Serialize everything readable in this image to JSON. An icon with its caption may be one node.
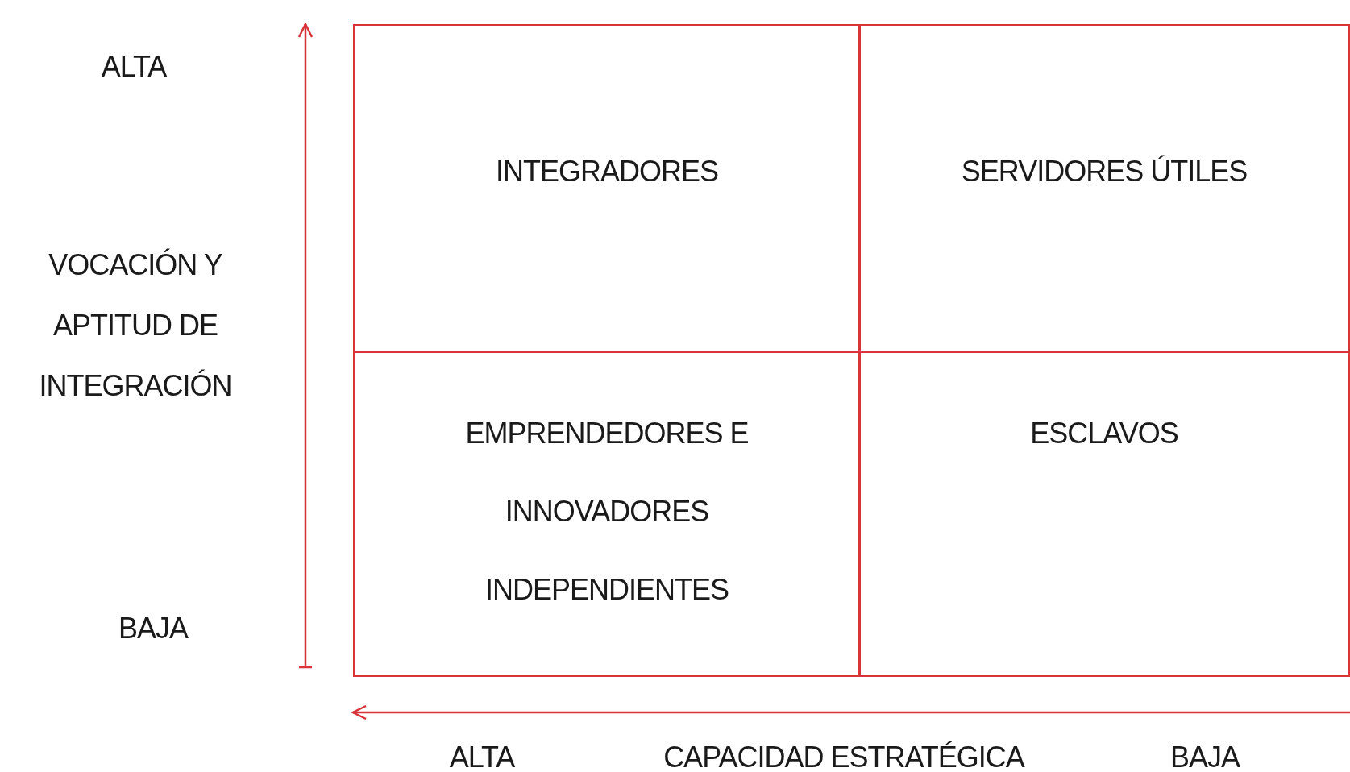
{
  "diagram": {
    "nodes": [
      {
        "text": [
          "INTEGRADORES"
        ]
      },
      {
        "text": [
          "SERVIDORES ÚTILES"
        ]
      },
      {
        "text": [
          "EMPRENDEDORES E INNOVADORES INDEPENDIENTES"
        ]
      },
      {
        "text": [
          "ESCLAVOS"
        ]
      }
    ],
    "labels": [
      "ALTA",
      "VOCACIÓN Y APTITUD DE INTEGRACIÓN",
      "BAJA",
      "ALTA",
      "CAPACIDAD ESTRATÉGICA",
      "BAJA"
    ]
  }
}
